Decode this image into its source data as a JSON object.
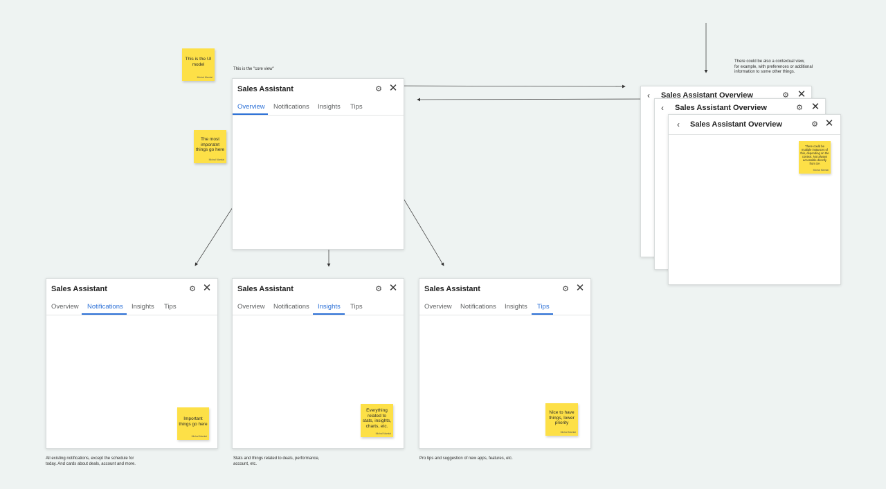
{
  "app_title": "Sales Assistant",
  "overview_title": "Sales Assistant Overview",
  "tabs": [
    "Overview",
    "Notifications",
    "Insights",
    "Tips"
  ],
  "notes": {
    "core_view": "This is the \"core view\"",
    "contextual": "There could be also a contextual view,\nfor example, with preferences or additional\ninformation to some other things.",
    "notifications": "All existing notifications, except the schedule for\ntoday. And cards about deals, account and more.",
    "insights": "Stats and things related to deals, performance,\naccount, etc.",
    "tips": "Pro tips and suggestion of new apps, features, etc."
  },
  "stickies": {
    "ui_model": {
      "text": "This is the UI\nmodel",
      "author": "Michal Mamlai"
    },
    "important_here": {
      "text": "The most\nimporatnt\nthings go here",
      "author": "Michal Mamlai"
    },
    "important": {
      "text": "Important\nthings go here",
      "author": "Michal Mamlai"
    },
    "insights": {
      "text": "Everything\nrelated to\nstats, insights,\ncharts, etc.",
      "author": "Michal Mamlai"
    },
    "tips": {
      "text": "Nice to have\nthings, lower\npriority",
      "author": "Michal Mamlai"
    },
    "overview": {
      "text": "There could be\nmultiple instances of\nthis, depending on the\ncontext. Not always\naccessible directly\nfrom SA",
      "author": "Michal Mamlai"
    }
  },
  "icons": {
    "settings": "gear-icon",
    "close": "close-icon",
    "back": "back-chevron-icon"
  },
  "colors": {
    "accent": "#2a6fd6",
    "sticky": "#fde047",
    "canvas": "#eef3f2"
  }
}
